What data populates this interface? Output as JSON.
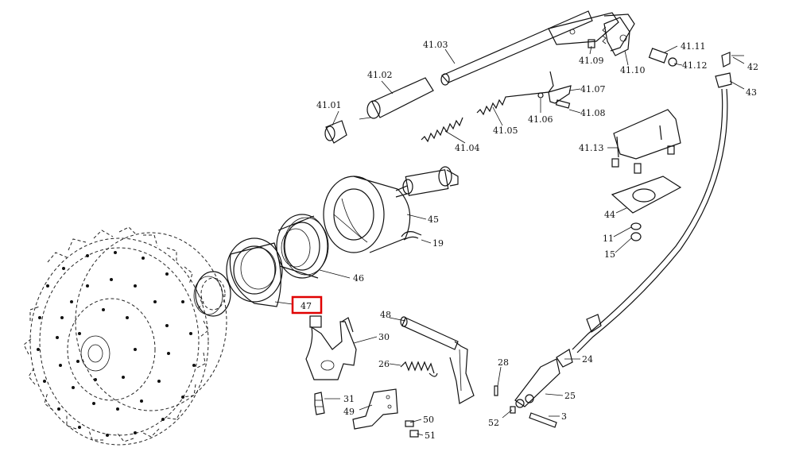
{
  "highlight": {
    "label": "47",
    "color": "#e00000"
  },
  "callouts": [
    {
      "id": "41-01",
      "text": "41.01"
    },
    {
      "id": "41-02",
      "text": "41.02"
    },
    {
      "id": "41-03",
      "text": "41.03"
    },
    {
      "id": "41-04",
      "text": "41.04"
    },
    {
      "id": "41-05",
      "text": "41.05"
    },
    {
      "id": "41-06",
      "text": "41.06"
    },
    {
      "id": "41-07",
      "text": "41.07"
    },
    {
      "id": "41-08",
      "text": "41.08"
    },
    {
      "id": "41-09",
      "text": "41.09"
    },
    {
      "id": "41-10",
      "text": "41.10"
    },
    {
      "id": "41-11",
      "text": "41.11"
    },
    {
      "id": "41-12",
      "text": "41.12"
    },
    {
      "id": "41-13",
      "text": "41.13"
    },
    {
      "id": "42",
      "text": "42"
    },
    {
      "id": "43",
      "text": "43"
    },
    {
      "id": "44",
      "text": "44"
    },
    {
      "id": "11",
      "text": "11"
    },
    {
      "id": "15",
      "text": "15"
    },
    {
      "id": "45",
      "text": "45"
    },
    {
      "id": "19",
      "text": "19"
    },
    {
      "id": "46",
      "text": "46"
    },
    {
      "id": "47",
      "text": "47"
    },
    {
      "id": "48",
      "text": "48"
    },
    {
      "id": "30",
      "text": "30"
    },
    {
      "id": "26",
      "text": "26"
    },
    {
      "id": "28",
      "text": "28"
    },
    {
      "id": "24",
      "text": "24"
    },
    {
      "id": "25",
      "text": "25"
    },
    {
      "id": "3",
      "text": "3"
    },
    {
      "id": "52",
      "text": "52"
    },
    {
      "id": "31",
      "text": "31"
    },
    {
      "id": "49",
      "text": "49"
    },
    {
      "id": "50",
      "text": "50"
    },
    {
      "id": "51",
      "text": "51"
    }
  ]
}
